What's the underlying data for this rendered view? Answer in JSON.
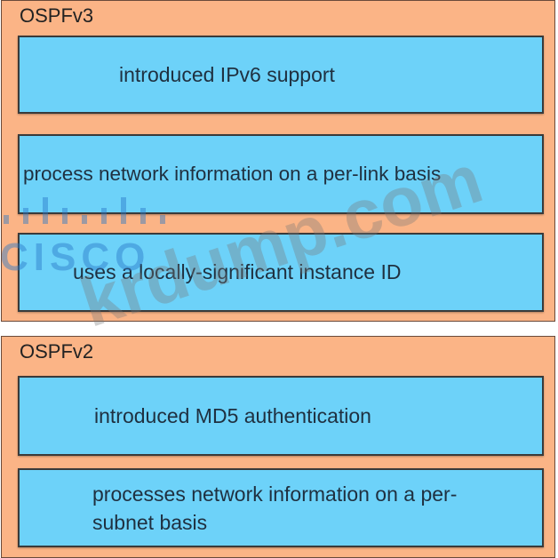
{
  "ospfv3": {
    "title": "OSPFv3",
    "items": [
      "introduced IPv6 support",
      "process network information on a per-link basis",
      "uses a locally-significant instance ID"
    ]
  },
  "ospfv2": {
    "title": "OSPFv2",
    "items": [
      "introduced MD5 authentication",
      "processes network information on a per-subnet basis"
    ]
  },
  "watermarks": {
    "logo": "CISCO",
    "site": "krdump.com"
  },
  "colors": {
    "panel": "#fbb486",
    "box": "#6dd2f9"
  }
}
